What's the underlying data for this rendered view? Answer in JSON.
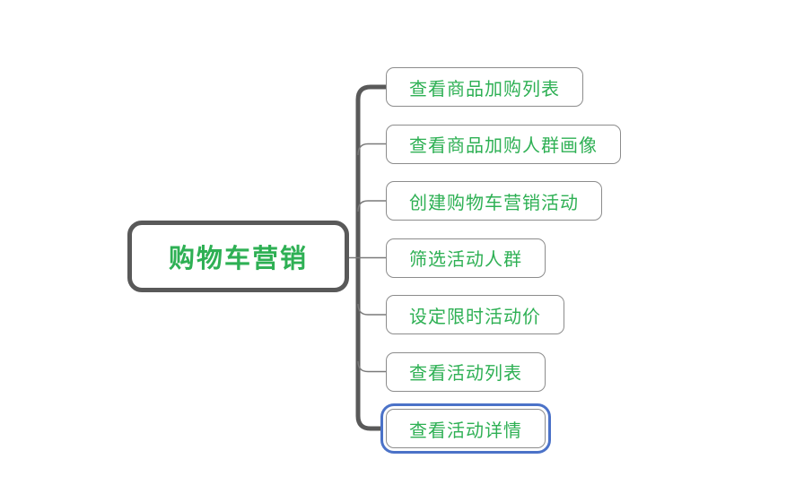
{
  "mindmap": {
    "root": {
      "label": "购物车营销"
    },
    "children": [
      {
        "label": "查看商品加购列表",
        "selected": false
      },
      {
        "label": "查看商品加购人群画像",
        "selected": false
      },
      {
        "label": "创建购物车营销活动",
        "selected": false
      },
      {
        "label": "筛选活动人群",
        "selected": false
      },
      {
        "label": "设定限时活动价",
        "selected": false
      },
      {
        "label": "查看活动列表",
        "selected": false
      },
      {
        "label": "查看活动详情",
        "selected": true
      }
    ],
    "colors": {
      "text_green": "#2eb054",
      "branch_dark": "#595959",
      "node_border": "#8c8c8c",
      "connector": "#7a7a7a",
      "selection_blue": "#4b72c8",
      "canvas_bg": "#ffffff"
    }
  }
}
